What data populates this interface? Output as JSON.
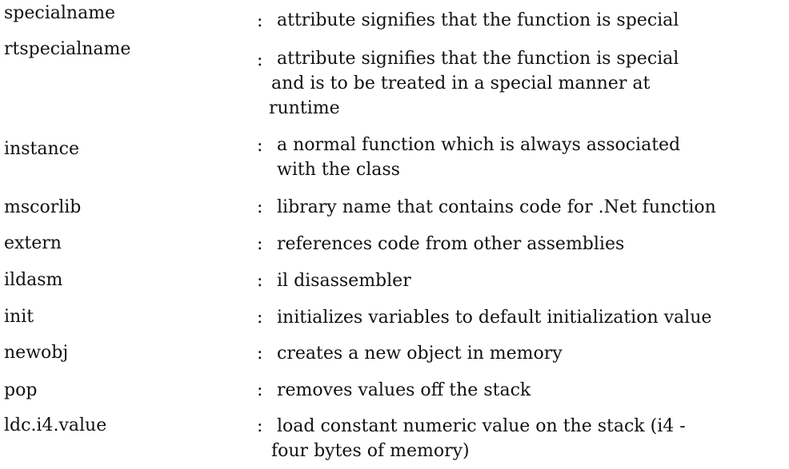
{
  "entries": [
    {
      "term": "specialname",
      "colon": ":",
      "definition": [
        "attribute signifies that the function is special"
      ]
    },
    {
      "term": "rtspecialname",
      "colon": ":",
      "definition": [
        "attribute signifies that the function is special",
        "and is to be treated in a special manner at",
        "runtime"
      ]
    },
    {
      "term": "instance",
      "colon": ":",
      "definition": [
        "a normal function which is always associated",
        "with the class"
      ]
    },
    {
      "term": "mscorlib",
      "colon": ":",
      "definition": [
        "library name that contains code for .Net function"
      ]
    },
    {
      "term": "extern",
      "colon": ":",
      "definition": [
        "references code from other assemblies"
      ]
    },
    {
      "term": "ildasm",
      "colon": ":",
      "definition": [
        "il disassembler"
      ]
    },
    {
      "term": "init",
      "colon": ":",
      "definition": [
        "initializes variables to default initialization value"
      ]
    },
    {
      "term": "newobj",
      "colon": ":",
      "definition": [
        "creates a new object in memory"
      ]
    },
    {
      "term": "pop",
      "colon": ":",
      "definition": [
        "removes values off the stack"
      ]
    },
    {
      "term": "ldc.i4.value",
      "colon": ":",
      "definition": [
        "load constant numeric value on the stack (i4 -",
        "four bytes of memory)"
      ]
    }
  ]
}
